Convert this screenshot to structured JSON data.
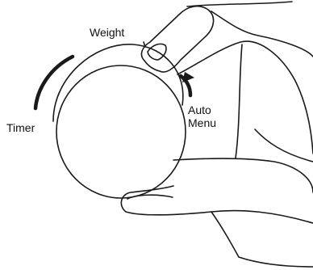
{
  "labels": {
    "weight": "Weight",
    "timer": "Timer",
    "auto_menu": "Auto\nMenu"
  },
  "illustration": {
    "subject": "hand-turning-dial",
    "line_color": "#1a1a1a",
    "arrow_color": "#1a1a1a"
  }
}
